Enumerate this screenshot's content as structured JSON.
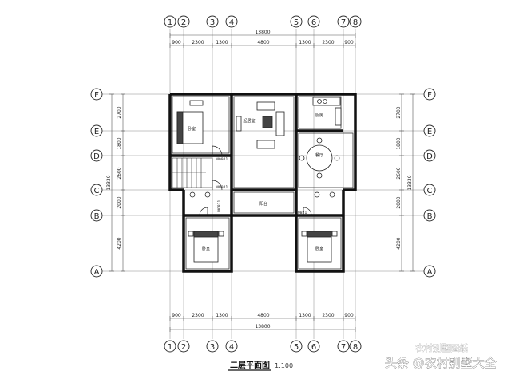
{
  "plan": {
    "title": "二层平面图",
    "scale": "1:100",
    "total_width": "13800",
    "column_axes": [
      "1",
      "2",
      "3",
      "4",
      "5",
      "6",
      "7",
      "8"
    ],
    "row_axes": [
      "F",
      "E",
      "D",
      "C",
      "B",
      "A"
    ],
    "column_segments": [
      "900",
      "2300",
      "1300",
      "4800",
      "1300",
      "2300",
      "900"
    ],
    "row_segments": [
      "2700",
      "1800",
      "2600",
      "2000",
      "4200"
    ],
    "row_totals": [
      "13330"
    ],
    "rooms": {
      "bedroom_nw": "卧室",
      "study": "起居室",
      "kitchen": "厨房",
      "dining": "餐厅",
      "corridor": "阳台",
      "bedroom_sw": "卧室",
      "bedroom_se": "卧室"
    },
    "doors": {
      "d1": "M0921",
      "d2": "M0921",
      "d3": "M0821",
      "d4": "M0821"
    }
  },
  "watermark": {
    "main": "头条 @农村别墅大全",
    "secondary": "农村别墅图纸"
  }
}
